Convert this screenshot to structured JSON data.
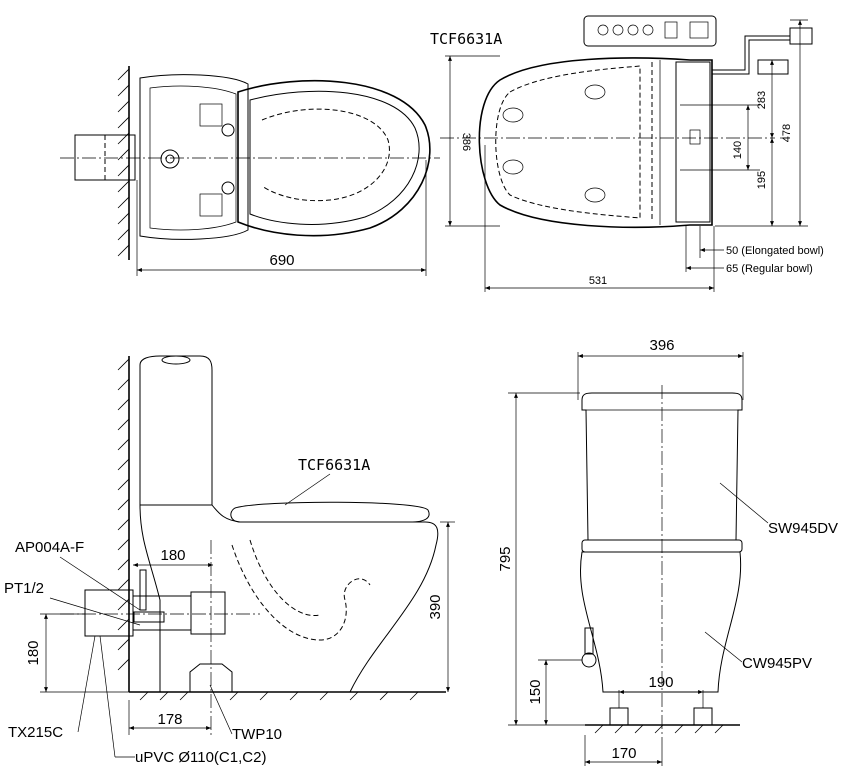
{
  "top_view": {
    "model_label": "TCF6631A",
    "dim_width_total": "690",
    "dim_seat_depth": "386",
    "dim_seat_width": "531",
    "dim_side_283": "283",
    "dim_side_478": "478",
    "dim_side_195": "195",
    "dim_hole_140": "140",
    "note_elongated": "50 (Elongated bowl)",
    "note_regular": "65 (Regular bowl)"
  },
  "side_view": {
    "seat_label": "TCF6631A",
    "part_ap": "AP004A-F",
    "part_pt": "PT1/2",
    "part_tx": "TX215C",
    "part_twp": "TWP10",
    "pipe_label": "uPVC Ø110(C1,C2)",
    "dim_180_top": "180",
    "dim_180_left": "180",
    "dim_390": "390",
    "dim_178": "178"
  },
  "front_view": {
    "dim_396": "396",
    "dim_795": "795",
    "tank_label": "SW945DV",
    "bowl_label": "CW945PV",
    "dim_190": "190",
    "dim_150": "150",
    "dim_170": "170"
  }
}
